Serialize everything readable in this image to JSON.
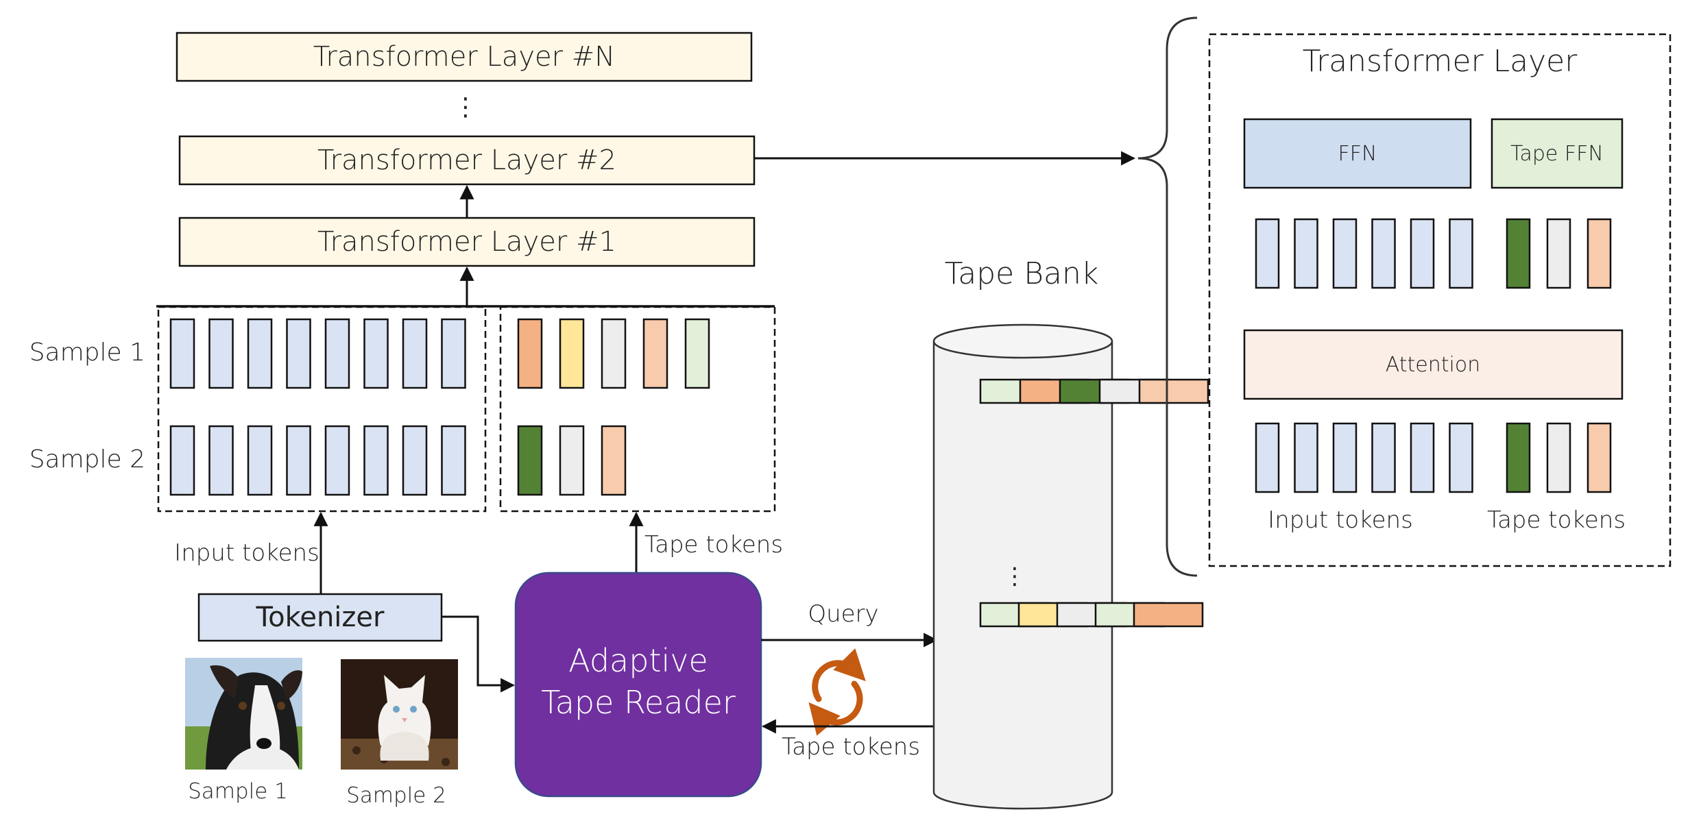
{
  "stack": {
    "layer_n": "Transformer Layer #N",
    "ellipsis": "⋮",
    "layer_2": "Transformer Layer #2",
    "layer_1": "Transformer Layer #1"
  },
  "samples": {
    "row1_label": "Sample 1",
    "row2_label": "Sample 2",
    "image1_caption": "Sample 1",
    "image2_caption": "Sample 2"
  },
  "tokens": {
    "input_label": "Input tokens",
    "tape_label": "Tape tokens",
    "row1_tape_colors": [
      "#f4b183",
      "#ffe699",
      "#ededed",
      "#f8cbad",
      "#e2f0d9"
    ],
    "row2_tape_colors": [
      "#548235",
      "#ededed",
      "#f8cbad"
    ],
    "input_color": "#dae3f3"
  },
  "tokenizer": {
    "label": "Tokenizer"
  },
  "reader": {
    "line1": "Adaptive",
    "line2": "Tape Reader",
    "color": "#7030a0"
  },
  "arrows": {
    "query": "Query",
    "tape_tokens_return": "Tape tokens"
  },
  "tape_bank": {
    "title": "Tape Bank",
    "ellipsis": "⋮",
    "token_colors_top": [
      "#e2f0d9",
      "#f4b183",
      "#548235",
      "#ededed",
      "#f8cbad"
    ],
    "token_colors_bottom": [
      "#e2f0d9",
      "#ffe699",
      "#ededed",
      "#e2f0d9",
      "#f4b183"
    ]
  },
  "detail": {
    "title": "Transformer Layer",
    "ffn": "FFN",
    "tape_ffn": "Tape FFN",
    "attention": "Attention",
    "input_tokens": "Input tokens",
    "tape_tokens": "Tape tokens",
    "tape_token_colors": [
      "#548235",
      "#ededed",
      "#f8cbad"
    ],
    "ffn_color": "#cfddf0",
    "tape_ffn_color": "#e2f0d9",
    "attention_color": "#fbeee6"
  },
  "colors": {
    "layer_fill": "#fff8e6",
    "tokenizer_fill": "#dae3f3",
    "refresh_icon": "#c55a11",
    "bank_fill": "#f2f2f2"
  }
}
